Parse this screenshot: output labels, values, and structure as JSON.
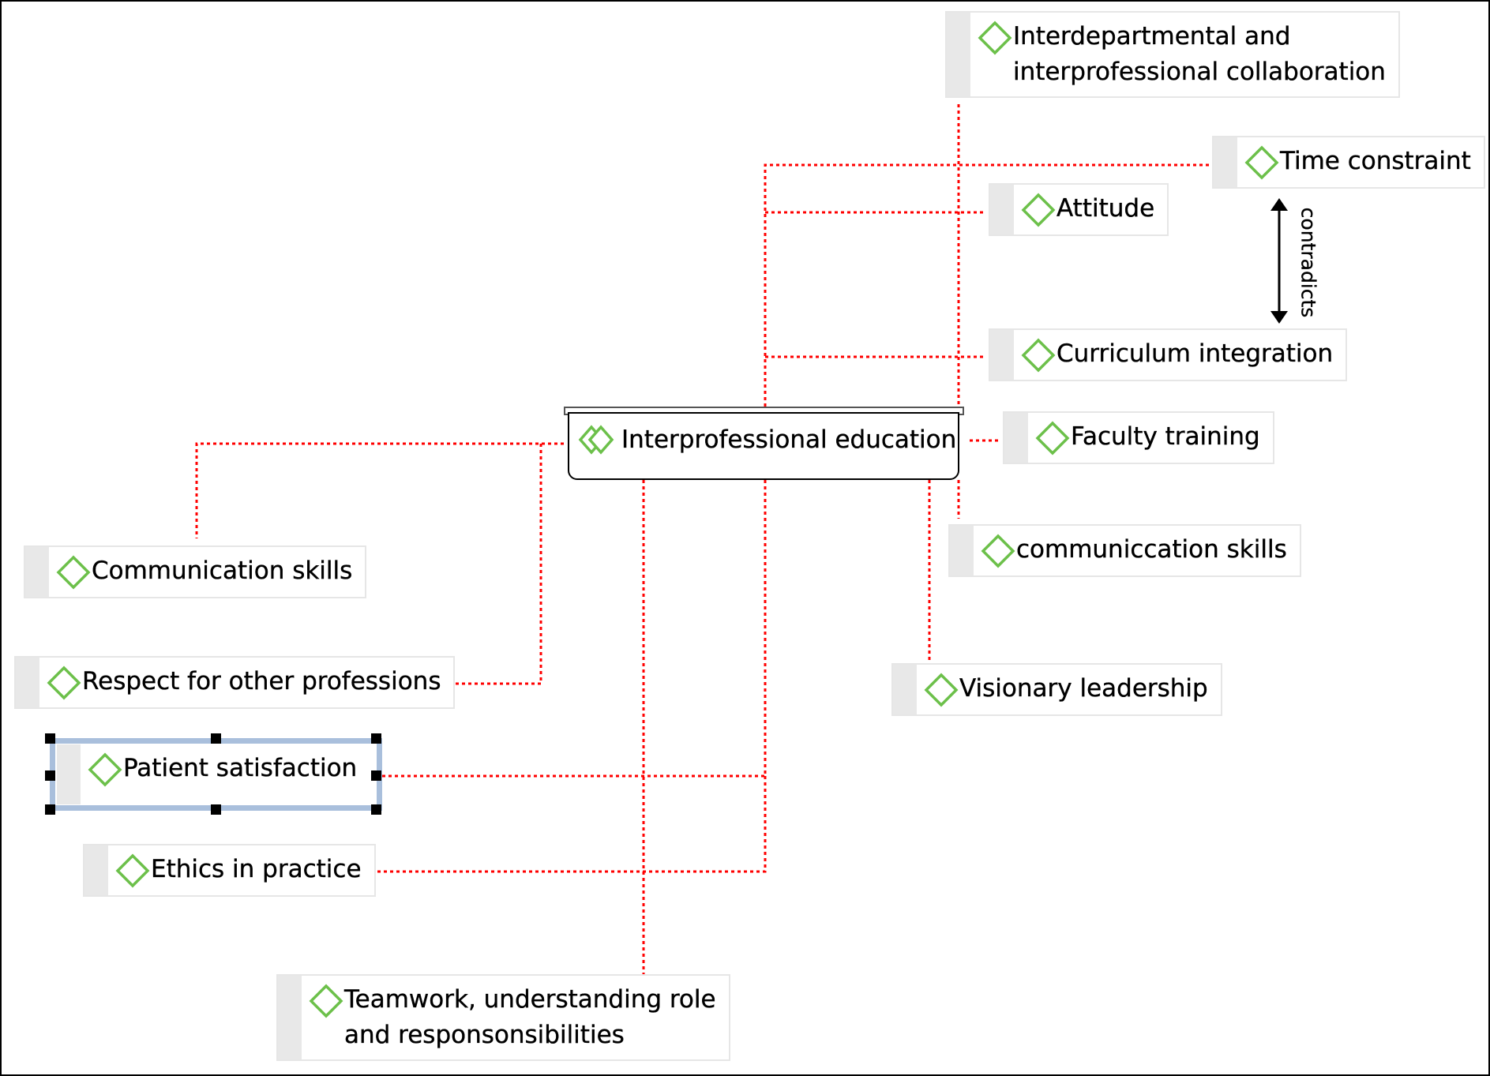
{
  "colors": {
    "link": "#ff0000",
    "code_icon": "#6cc04a",
    "selection": "#a9bfdc",
    "relation_arrow": "#000000"
  },
  "center_node": {
    "label": "Interprofessional education",
    "icon": "double-diamond-code-icon"
  },
  "nodes": {
    "interdepartmental": {
      "line1": "Interdepartmental and",
      "line2": "interprofessional collaboration",
      "icon": "diamond-code-icon"
    },
    "time_constraint": {
      "label": "Time constraint",
      "icon": "diamond-code-icon"
    },
    "attitude": {
      "label": "Attitude",
      "icon": "diamond-code-icon"
    },
    "curriculum_integration": {
      "label": "Curriculum integration",
      "icon": "diamond-code-icon"
    },
    "faculty_training": {
      "label": "Faculty training",
      "icon": "diamond-code-icon"
    },
    "communiccation_skills": {
      "label": "communiccation skills",
      "icon": "diamond-code-icon"
    },
    "visionary_leadership": {
      "label": "Visionary leadership",
      "icon": "diamond-code-icon"
    },
    "communication_skills": {
      "label": "Communication skills",
      "icon": "diamond-code-icon"
    },
    "respect": {
      "label": "Respect for other professions",
      "icon": "diamond-code-icon"
    },
    "patient_satisfaction": {
      "label": "Patient satisfaction",
      "icon": "diamond-code-icon",
      "selected": true
    },
    "ethics": {
      "label": "Ethics in practice",
      "icon": "diamond-code-icon"
    },
    "teamwork": {
      "line1": "Teamwork, understanding role",
      "line2": "and responsonsibilities",
      "icon": "diamond-code-icon"
    }
  },
  "relation": {
    "label": "contradicts",
    "from": "Time constraint",
    "to": "Curriculum integration",
    "icon": "double-arrow-icon"
  }
}
